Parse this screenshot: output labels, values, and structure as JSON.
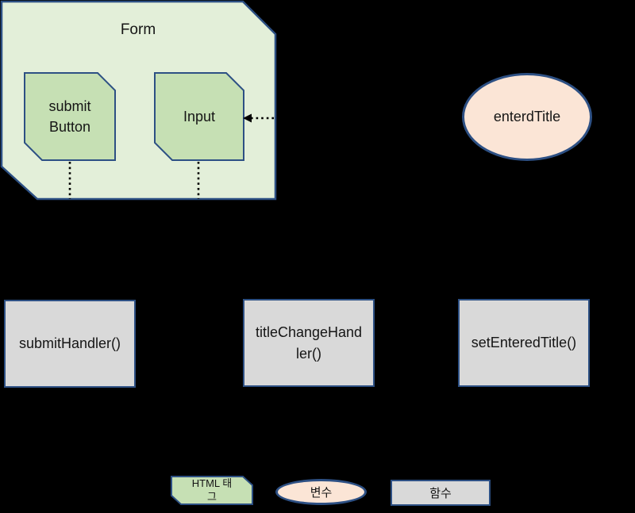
{
  "colors": {
    "bg": "#000000",
    "form-fill": "#e3efd9",
    "node-fill": "#c6e0b4",
    "ellipse-fill": "#fbe5d6",
    "box-fill": "#d9d9d9",
    "border": "#2d5084",
    "connector": "#000000",
    "text": "#151515"
  },
  "form": {
    "title": "Form",
    "children": [
      {
        "label": "submit Button"
      },
      {
        "label": "Input"
      }
    ]
  },
  "variable": {
    "label": "enterdTitle"
  },
  "functions": [
    {
      "label": "submitHandler()"
    },
    {
      "label": "titleChangeHandler()"
    },
    {
      "label": "setEnteredTitle()"
    }
  ],
  "legend": {
    "html_tag": {
      "label": "HTML 태그"
    },
    "variable": {
      "label": "변수"
    },
    "function": {
      "label": "함수"
    }
  }
}
